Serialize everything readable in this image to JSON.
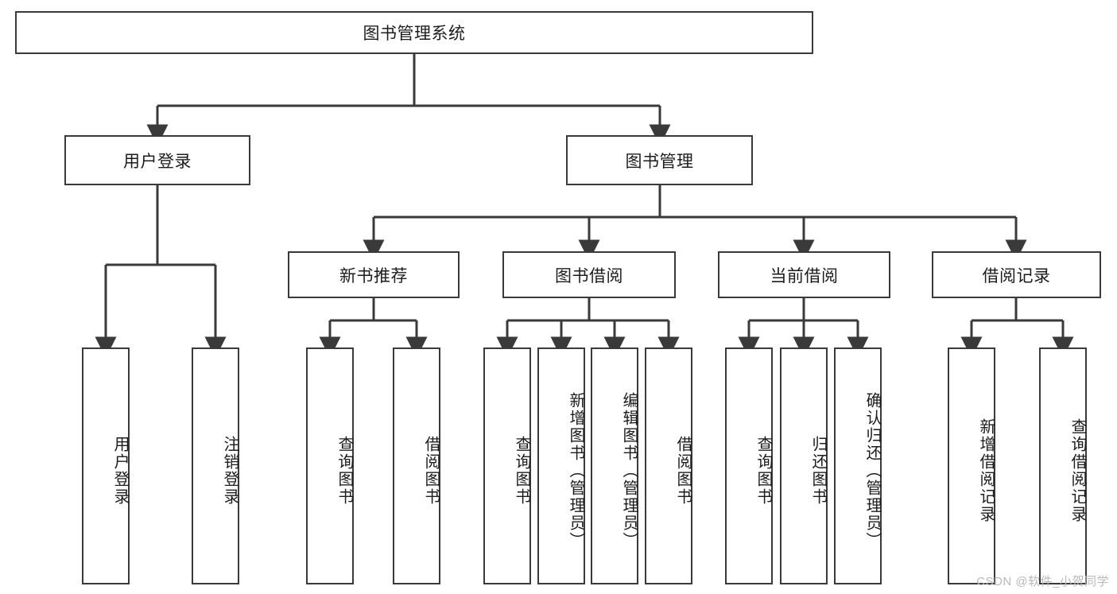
{
  "diagram": {
    "title": "图书管理系统",
    "type": "tree-hierarchy-diagram",
    "root": {
      "label": "图书管理系统"
    },
    "level1": [
      {
        "label": "用户登录"
      },
      {
        "label": "图书管理"
      }
    ],
    "level2": [
      {
        "label": "新书推荐"
      },
      {
        "label": "图书借阅"
      },
      {
        "label": "当前借阅"
      },
      {
        "label": "借阅记录"
      }
    ],
    "leaves": {
      "user_login": [
        {
          "label": "用户登录"
        },
        {
          "label": "注销登录"
        }
      ],
      "new_book_recommend": [
        {
          "label": "查询图书"
        },
        {
          "label": "借阅图书"
        }
      ],
      "book_borrow": [
        {
          "label": "查询图书"
        },
        {
          "label": "新增图书（管理员）"
        },
        {
          "label": "编辑图书（管理员）"
        },
        {
          "label": "借阅图书"
        }
      ],
      "current_borrow": [
        {
          "label": "查询图书"
        },
        {
          "label": "归还图书"
        },
        {
          "label": "确认归还（管理员）"
        }
      ],
      "borrow_record": [
        {
          "label": "新增借阅记录"
        },
        {
          "label": "查询借阅记录"
        }
      ]
    }
  },
  "watermark": {
    "text": "CSDN @软件_小贺同学"
  },
  "colors": {
    "stroke": "#3a3a3a",
    "background": "#ffffff",
    "text": "#1c1c1c",
    "watermark": "#b9b9b9"
  }
}
